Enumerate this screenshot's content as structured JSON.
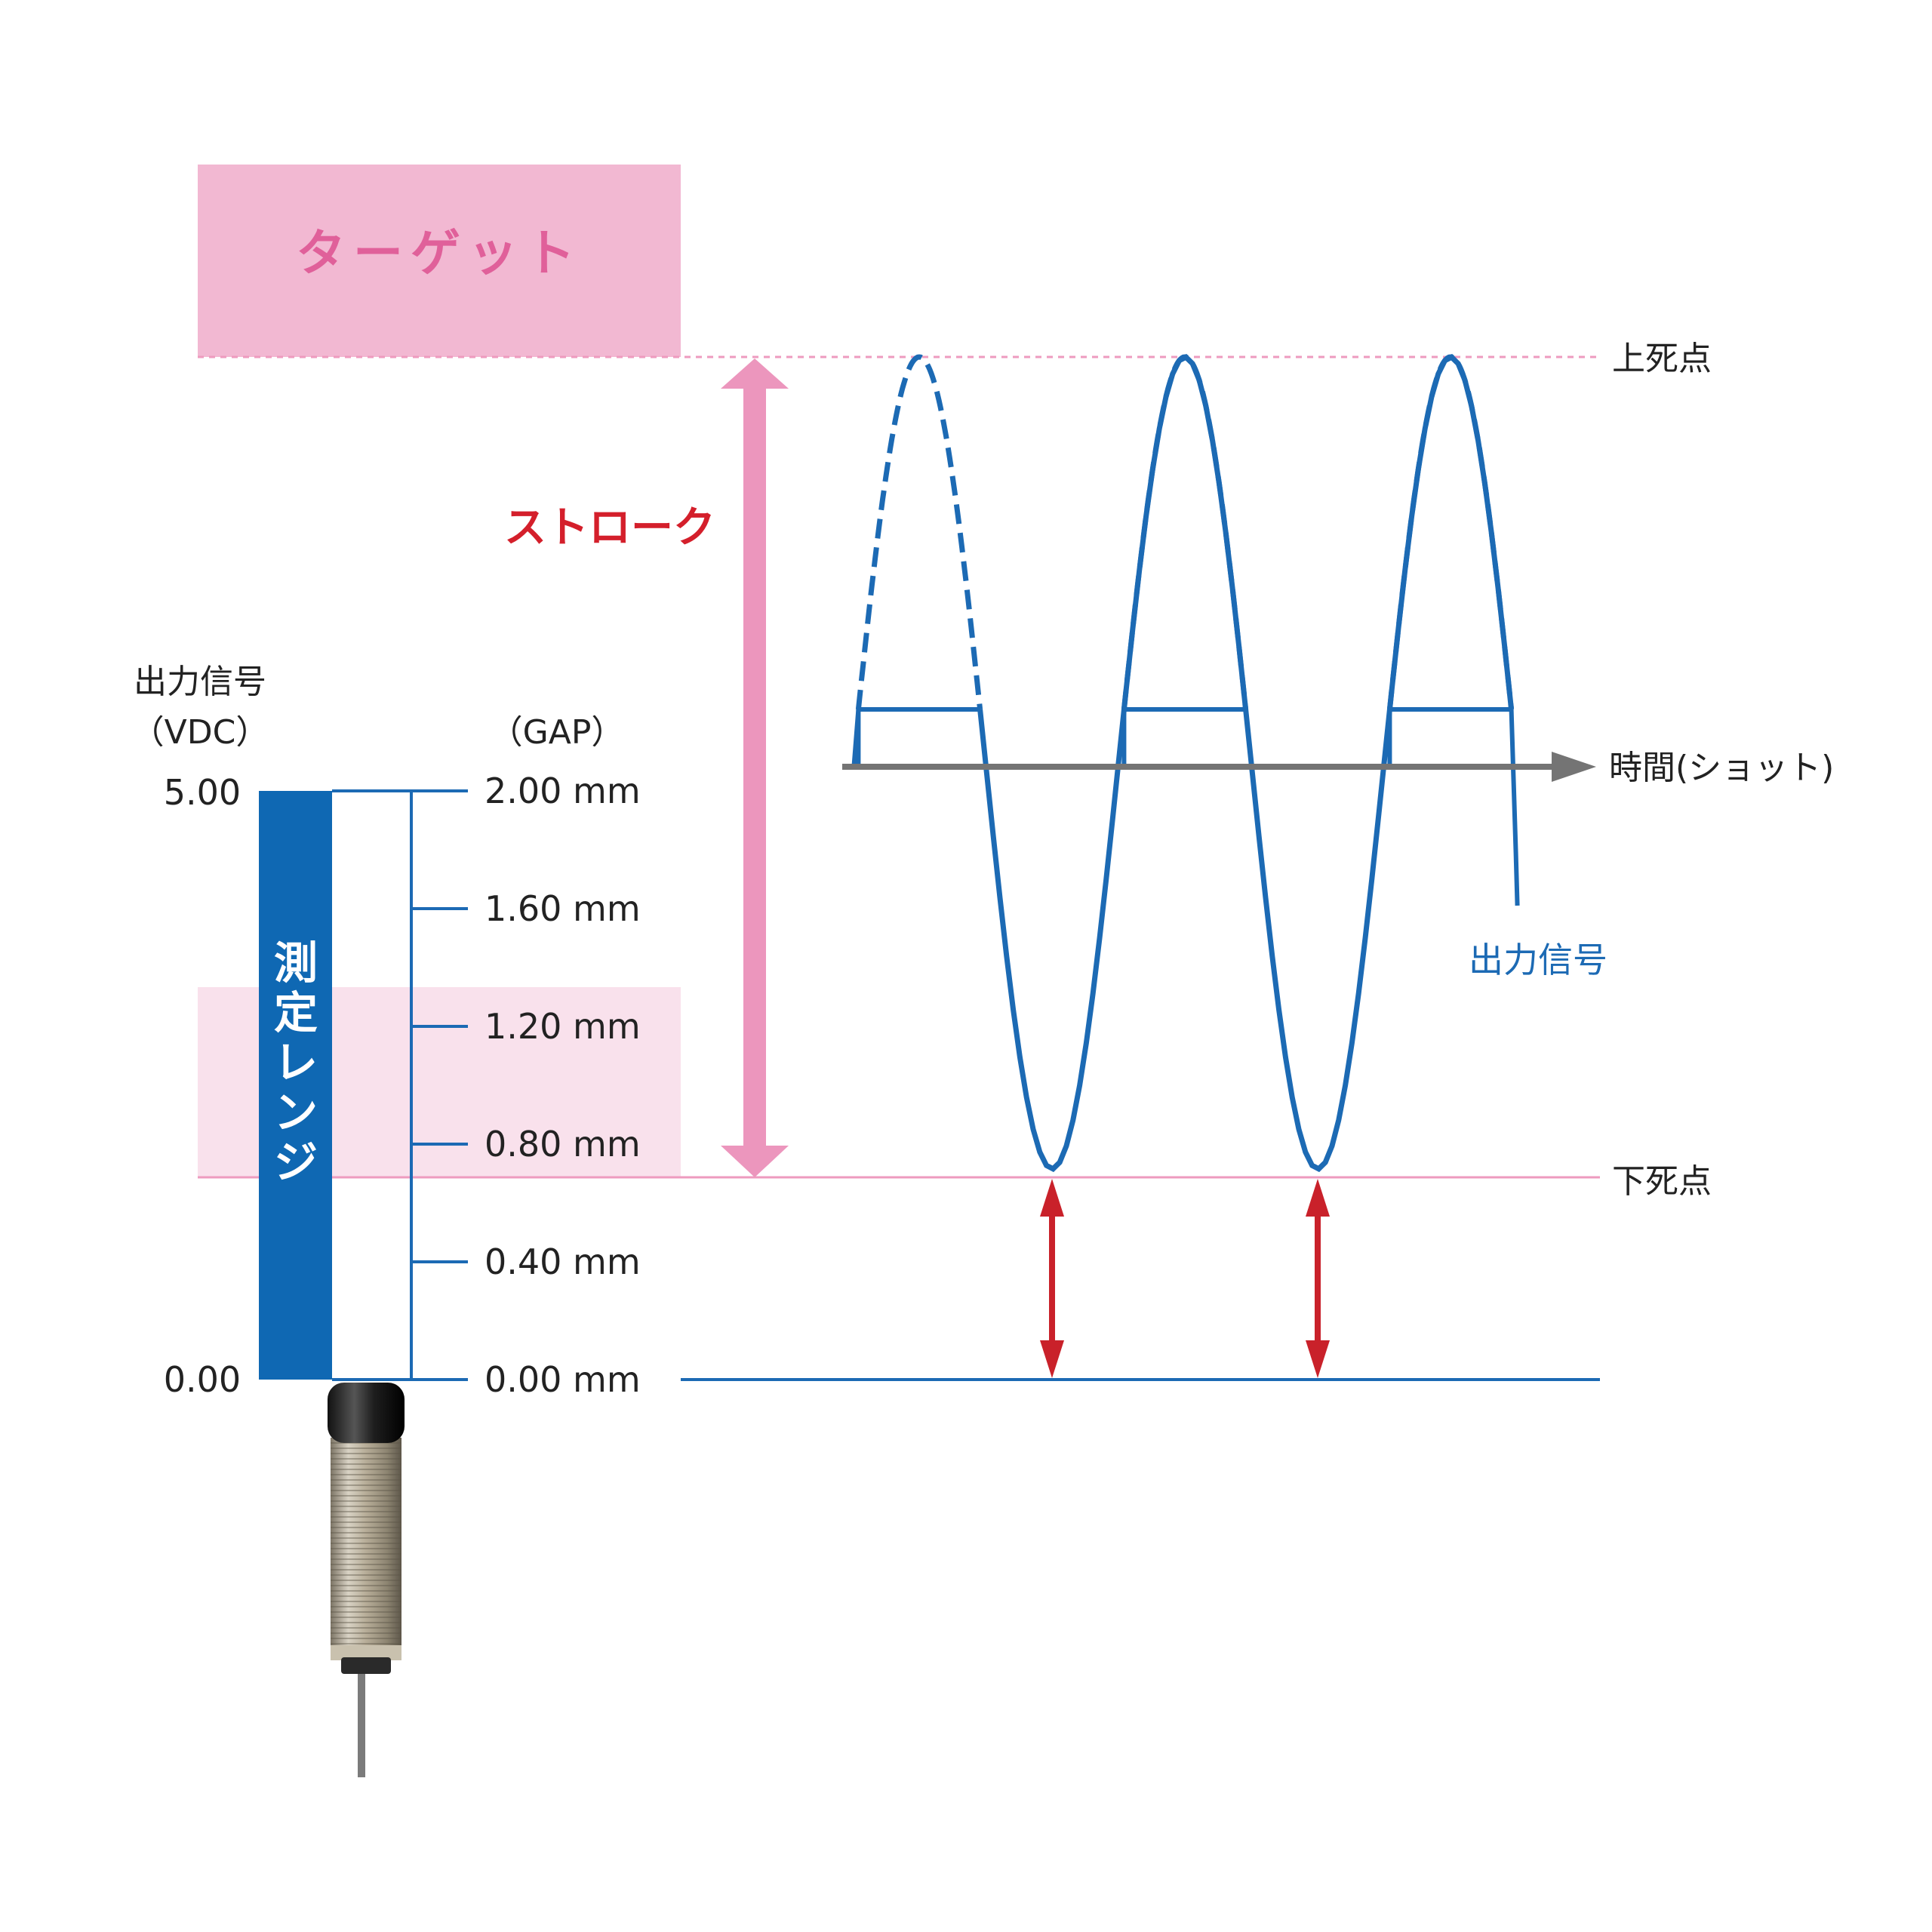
{
  "target_label": "ターゲット",
  "stroke_label": "ストローク",
  "top_dead_center": "上死点",
  "bottom_dead_center": "下死点",
  "time_axis_label": "時間(ショット)",
  "output_signal_label": "出力信号",
  "vdc_header_line1": "出力信号",
  "vdc_header_line2": "（VDC）",
  "gap_header": "（GAP）",
  "measurement_range_chars": [
    "測",
    "定",
    "レ",
    "ン",
    "ジ"
  ],
  "vdc_ticks": [
    "5.00",
    "0.00"
  ],
  "gap_ticks": [
    "2.00 mm",
    "1.60 mm",
    "1.20 mm",
    "0.80 mm",
    "0.40 mm",
    "0.00 mm"
  ],
  "colors": {
    "target_fill": "#f2b8d2",
    "target_text": "#e0609a",
    "range_fill": "#f9e1ec",
    "stroke_arrow": "#ec96bd",
    "stroke_text": "#d41f2b",
    "signal_blue": "#1c6ab4",
    "range_bar_blue": "#0f68b3",
    "gap_arrow_red": "#c9212a",
    "time_axis_gray": "#747474",
    "dead_center_pink": "#ee9bbf"
  },
  "icons": [
    "sensor-probe-icon"
  ]
}
